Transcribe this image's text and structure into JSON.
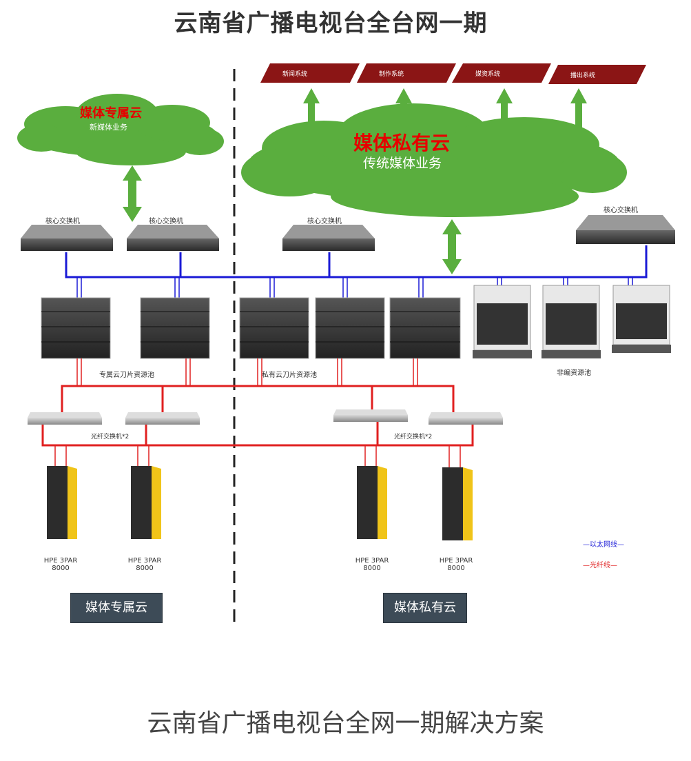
{
  "title": "云南省广播电视台全台网一期",
  "caption": "云南省广播电视台全网一期解决方案",
  "systems": [
    "新闻系统",
    "制作系统",
    "媒资系统",
    "播出系统"
  ],
  "clouds": {
    "dedicated": {
      "name": "媒体专属云",
      "desc": "新媒体业务"
    },
    "private": {
      "name": "媒体私有云",
      "desc": "传统媒体业务"
    }
  },
  "core_switch_label": "核心交换机",
  "pools": {
    "dedicated_blade": "专属云刀片资源池",
    "private_blade": "私有云刀片资源池",
    "nonedit": "非编资源池"
  },
  "fc_switch_label": "光纤交换机*2",
  "storage": {
    "line1": "HPE 3PAR",
    "line2": "8000"
  },
  "legend": {
    "ethernet": "—以太网线—",
    "fiber": "—光纤线—"
  },
  "boxes": {
    "dedicated": "媒体专属云",
    "private": "媒体私有云"
  },
  "colors": {
    "ethernet": "#1a1ad6",
    "fiber": "#e02020",
    "cloud": "#5aae3e",
    "banner": "#8b1515",
    "arrow": "#5aae3e"
  }
}
